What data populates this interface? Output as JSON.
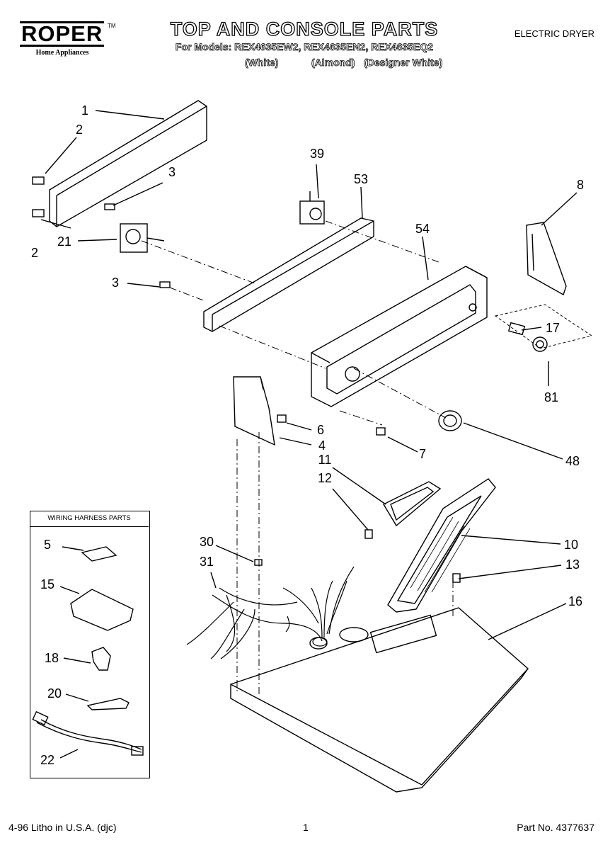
{
  "header": {
    "brand": "ROPER",
    "brand_tm": "TM",
    "brand_sub": "Home Appliances",
    "title": "TOP AND CONSOLE PARTS",
    "models": "For Models: REX4635EW2, REX4635EN2, REX4635EQ2",
    "variant_white": "(White)",
    "variant_almond": "(Almond)",
    "variant_designer": "(Designer White)",
    "dryer_type": "ELECTRIC DRYER"
  },
  "inset": {
    "title": "WIRING HARNESS PARTS"
  },
  "callouts": {
    "c1": "1",
    "c2a": "2",
    "c2b": "2",
    "c3a": "3",
    "c3b": "3",
    "c4": "4",
    "c6": "6",
    "c7": "7",
    "c8": "8",
    "c10": "10",
    "c11": "11",
    "c12": "12",
    "c13": "13",
    "c16": "16",
    "c17": "17",
    "c21": "21",
    "c30": "30",
    "c31": "31",
    "c39": "39",
    "c48": "48",
    "c53": "53",
    "c54": "54",
    "c81": "81",
    "c5": "5",
    "c15": "15",
    "c18": "18",
    "c20": "20",
    "c22": "22"
  },
  "footer": {
    "litho": "4-96 Litho in U.S.A. (djc)",
    "page": "1",
    "part_no": "Part No. 4377637"
  }
}
